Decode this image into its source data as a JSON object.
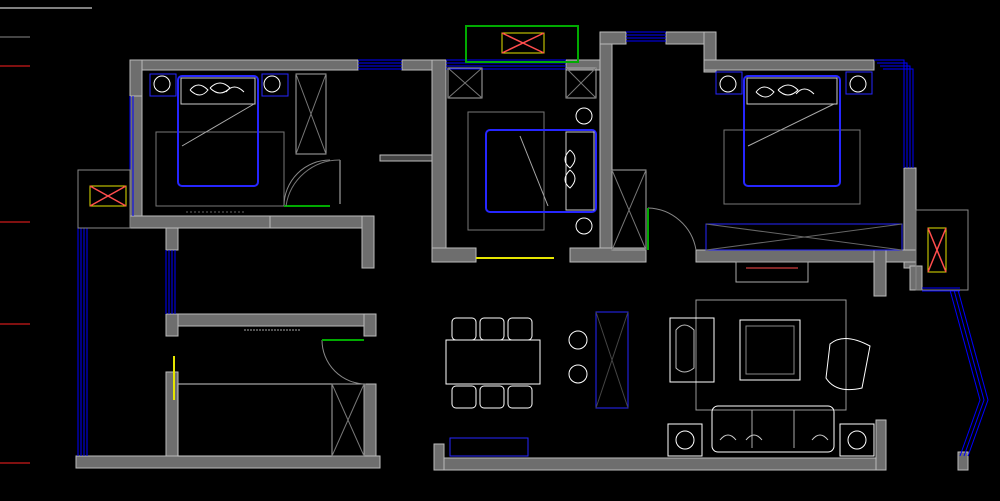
{
  "drawing": {
    "background": "#000000",
    "colors": {
      "wall": "#808080",
      "furniture_line": "#ffffff",
      "window": "#0000ff",
      "bed": "#2626ff",
      "door_green": "#00aa00",
      "door_yellow": "#e5e500",
      "red_mark": "#ff2020",
      "ac_unit": "#ff4d4d"
    }
  },
  "layers": [
    {
      "name": "layer-line-1",
      "color": "#ffffff"
    },
    {
      "name": "layer-line-2",
      "color": "#888888"
    },
    {
      "name": "layer-line-3",
      "color": "#ff2020"
    }
  ]
}
